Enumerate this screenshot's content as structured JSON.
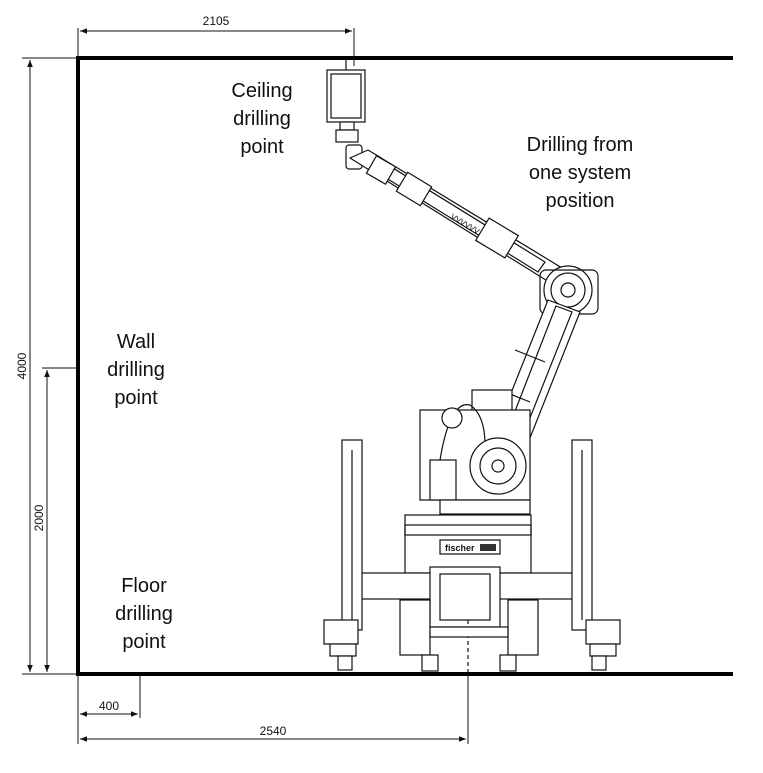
{
  "labels": {
    "ceiling": [
      "Ceiling",
      "drilling",
      "point"
    ],
    "system": [
      "Drilling from",
      "one system",
      "position"
    ],
    "wall": [
      "Wall",
      "drilling",
      "point"
    ],
    "floor": [
      "Floor",
      "drilling",
      "point"
    ]
  },
  "dimensions": {
    "top_width": "2105",
    "total_height": "4000",
    "wall_height": "2000",
    "floor_offset": "400",
    "base_width": "2540"
  },
  "machine": {
    "brand": "fischer"
  }
}
